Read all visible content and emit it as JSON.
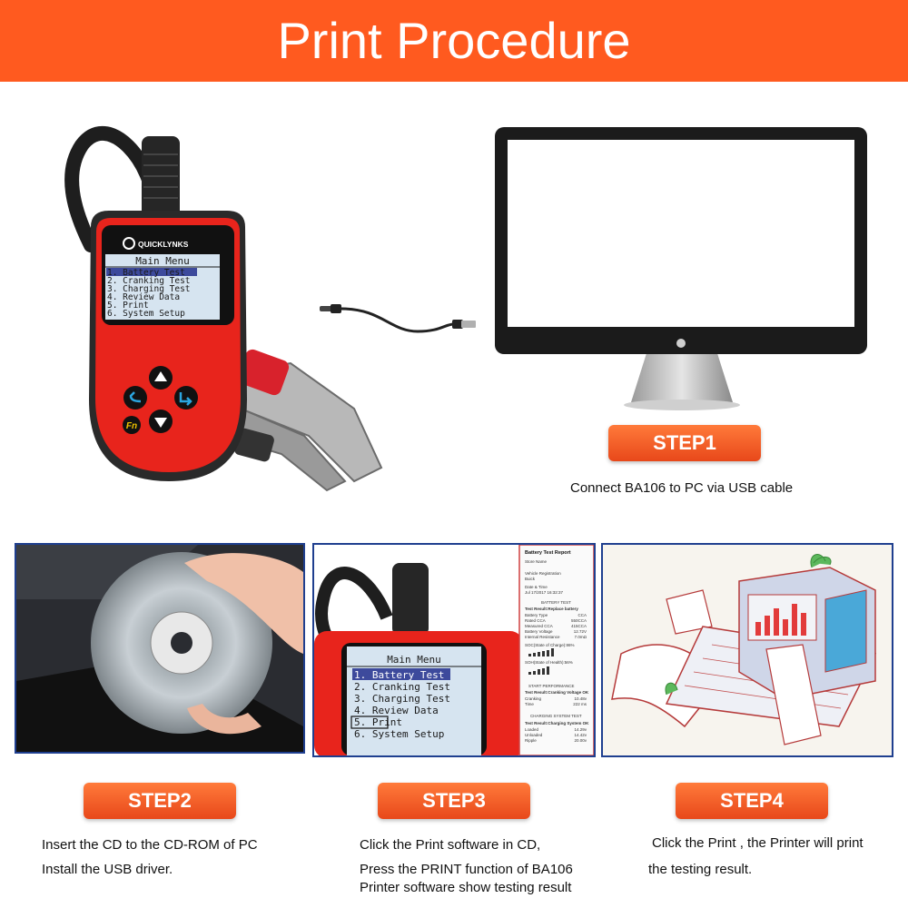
{
  "banner": {
    "title": "Print Procedure"
  },
  "device": {
    "brand": "QUICKLYNKS",
    "menu_title": "Main Menu",
    "menu_items": [
      "1. Battery Test",
      "2. Cranking Test",
      "3. Charging Test",
      "4. Review Data",
      "5. Print",
      "6. System Setup"
    ],
    "fn_label": "Fn"
  },
  "step3_screen": {
    "menu_title": "Main Menu",
    "menu_items": [
      "1. Battery Test",
      "2. Cranking Test",
      "3. Charging Test",
      "4. Review Data",
      "5. Print",
      "6. System Setup"
    ]
  },
  "report": {
    "title": "Battery Test Report",
    "lines": [
      "Store Name",
      "Vehicle Registration",
      "Buick",
      "Date & Time",
      "Jul 17/2017 16:32:37"
    ],
    "battery_test_label": "BATTERY TEST",
    "result": "Test Result:Replace battery",
    "rows": [
      [
        "Battery Type",
        "CCA"
      ],
      [
        "Rated CCA",
        "550CCA"
      ],
      [
        "Measured CCA",
        "415CCA"
      ],
      [
        "Battery Voltage",
        "12.72V"
      ],
      [
        "Internal Resistance",
        "7.0mΩ"
      ]
    ],
    "soc": "SOC(State of Charge):86%",
    "soh": "SOH(State of Health):56%",
    "start_label": "START PERFORMANCE",
    "cranking_result": "Test Result:Cranking Voltage OK",
    "cranking_rows": [
      [
        "Cranking",
        "10.48v"
      ],
      [
        "Time",
        "222 ms"
      ]
    ],
    "charging_label": "CHARGING SYSTEM TEST",
    "charging_result": "Test Result:Charging System OK",
    "charging_rows": [
      [
        "Loaded",
        "14.29v"
      ],
      [
        "Unloaded",
        "14.42v"
      ],
      [
        "Ripple",
        "20.00v"
      ]
    ]
  },
  "steps": [
    {
      "label": "STEP1",
      "lines": [
        "Connect BA106 to PC via USB cable"
      ]
    },
    {
      "label": "STEP2",
      "lines": [
        "Insert the CD to the CD-ROM of PC",
        "Install the USB driver."
      ]
    },
    {
      "label": "STEP3",
      "lines": [
        "Click the Print software in CD,",
        "Press the PRINT function of BA106",
        "Printer software show testing result"
      ]
    },
    {
      "label": "STEP4",
      "lines": [
        "Click the Print , the Printer will print",
        "the testing result."
      ]
    }
  ],
  "colors": {
    "banner": "#ff5a1f",
    "device_red": "#e8241c",
    "frame_blue": "#1f3f8f"
  }
}
